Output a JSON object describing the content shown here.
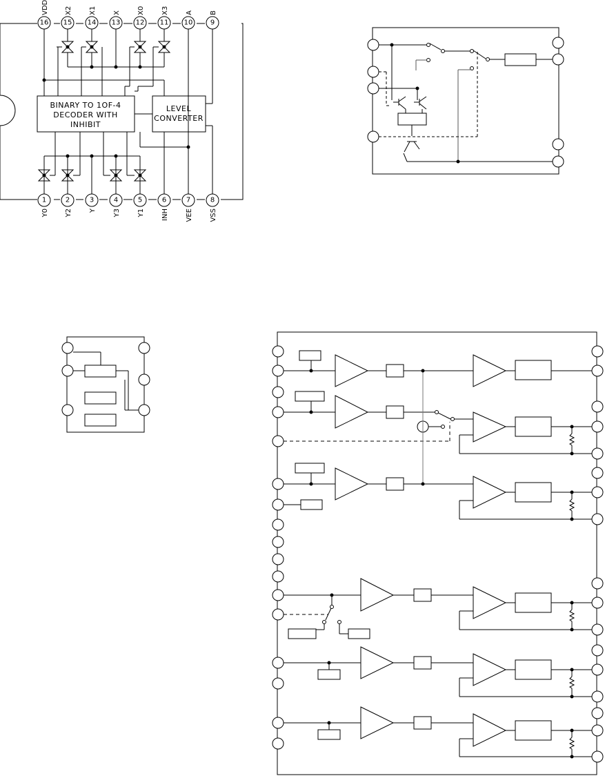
{
  "ic1": {
    "top_pins": [
      {
        "num": "16",
        "label": "VDD"
      },
      {
        "num": "15",
        "label": "X2"
      },
      {
        "num": "14",
        "label": "X1"
      },
      {
        "num": "13",
        "label": "X"
      },
      {
        "num": "12",
        "label": "X0"
      },
      {
        "num": "11",
        "label": "X3"
      },
      {
        "num": "10",
        "label": "A"
      },
      {
        "num": "9",
        "label": "B"
      }
    ],
    "bottom_pins": [
      {
        "num": "1",
        "label": "Y0"
      },
      {
        "num": "2",
        "label": "Y2"
      },
      {
        "num": "3",
        "label": "Y"
      },
      {
        "num": "4",
        "label": "Y3"
      },
      {
        "num": "5",
        "label": "Y1"
      },
      {
        "num": "6",
        "label": "INH"
      },
      {
        "num": "7",
        "label": "VEE"
      },
      {
        "num": "8",
        "label": "VSS"
      }
    ],
    "decoder_lines": [
      "BINARY TO 1OF-4",
      "DECODER WITH",
      "INHIBIT"
    ],
    "converter_lines": [
      "LEVEL",
      "CONVERTER"
    ]
  }
}
